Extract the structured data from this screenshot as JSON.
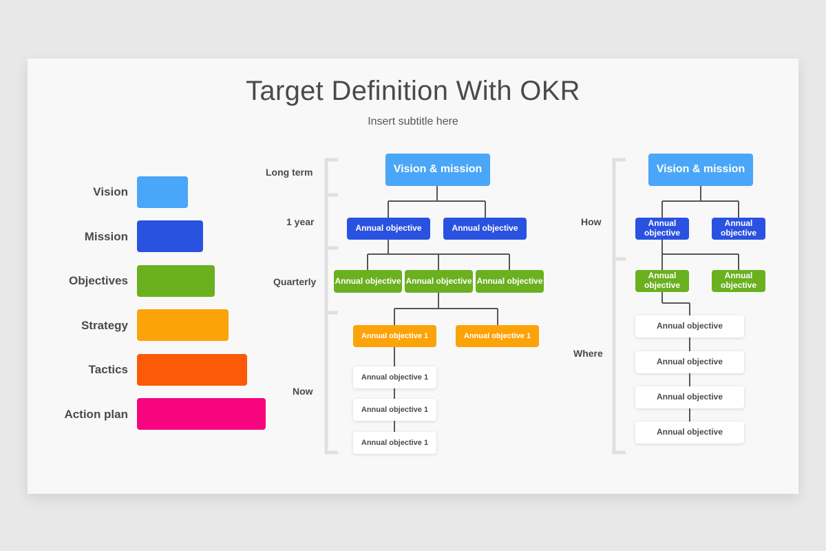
{
  "title": "Target Definition With OKR",
  "subtitle": "Insert subtitle here",
  "pyramid": {
    "items": [
      {
        "label": "Vision",
        "color": "#4aa6f8"
      },
      {
        "label": "Mission",
        "color": "#2a52e0"
      },
      {
        "label": "Objectives",
        "color": "#6ab01f"
      },
      {
        "label": "Strategy",
        "color": "#fca30a"
      },
      {
        "label": "Tactics",
        "color": "#fc5a06"
      },
      {
        "label": "Action plan",
        "color": "#f7047e"
      }
    ]
  },
  "middle": {
    "labels": {
      "long_term": "Long term",
      "one_year": "1 year",
      "quarterly": "Quarterly",
      "now": "Now"
    },
    "vision": "Vision & mission",
    "annual_1": "Annual objective",
    "annual_2": "Annual objective",
    "quarterly_1": "Annual objective",
    "quarterly_2": "Annual objective",
    "quarterly_3": "Annual objective",
    "orange_1": "Annual objective 1",
    "orange_2": "Annual objective 1",
    "white_1": "Annual objective 1",
    "white_2": "Annual objective 1",
    "white_3": "Annual objective 1"
  },
  "right": {
    "labels": {
      "how": "How",
      "where": "Where"
    },
    "vision": "Vision & mission",
    "blue_1": "Annual objective",
    "blue_2": "Annual objective",
    "green_1": "Annual objective",
    "green_2": "Annual objective",
    "white_1": "Annual objective",
    "white_2": "Annual objective",
    "white_3": "Annual objective",
    "white_4": "Annual objective"
  }
}
